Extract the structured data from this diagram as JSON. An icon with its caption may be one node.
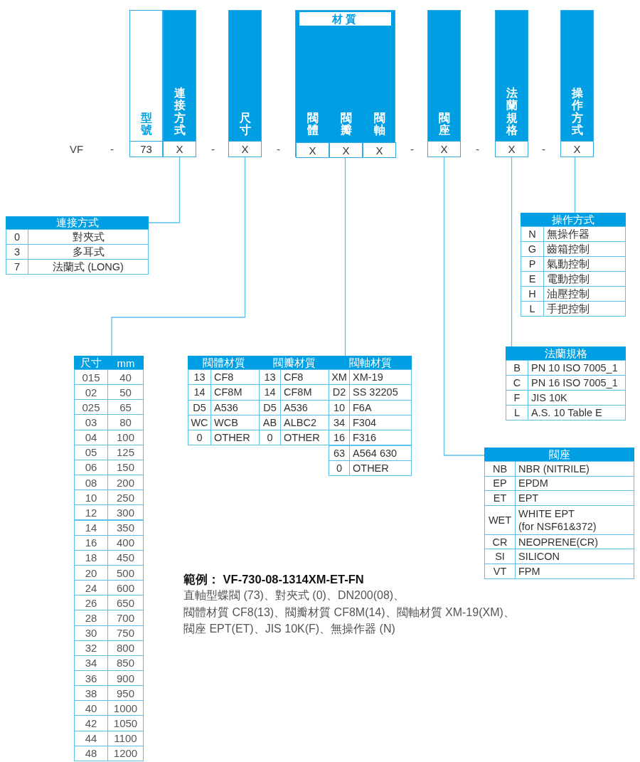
{
  "diagram": {
    "nodes": [
      {
        "text": [
          "型號",
          "73"
        ]
      },
      {
        "text": [
          "連接方式",
          "X"
        ]
      },
      {
        "text": [
          "尺寸",
          "X"
        ]
      },
      {
        "text": [
          "材質"
        ]
      },
      {
        "text": [
          "閥體",
          "X"
        ],
        "in": 3
      },
      {
        "text": [
          "閥瓣",
          "X"
        ],
        "in": 3
      },
      {
        "text": [
          "閥軸",
          "X"
        ],
        "in": 3
      },
      {
        "text": [
          "閥座",
          "X"
        ]
      },
      {
        "text": [
          "法蘭規格",
          "X"
        ]
      },
      {
        "text": [
          "操作方式",
          "X"
        ]
      },
      {
        "text": [
          "連接方式",
          "0",
          "對夾式",
          "3",
          "多耳式",
          "7",
          "法蘭式 (LONG)"
        ]
      },
      {
        "text": [
          "操作方式",
          "N",
          "無操作器",
          "G",
          "齒箱控制",
          "P",
          "氣動控制",
          "E",
          "電動控制",
          "H",
          "油壓控制",
          "L",
          "手把控制"
        ]
      },
      {
        "text": [
          "法蘭規格",
          "B",
          "PN 10 ISO 7005_1",
          "C",
          "PN 16 ISO 7005_1",
          "F",
          "JIS 10K",
          "L",
          "A.S. 10 Table E"
        ]
      },
      {
        "text": [
          "尺寸",
          "mm",
          "015",
          "40",
          "02",
          "50",
          "025",
          "65",
          "03",
          "80",
          "04",
          "100",
          "05",
          "125",
          "06",
          "150",
          "08",
          "200",
          "10",
          "250",
          "12",
          "300",
          "14",
          "350",
          "16",
          "400",
          "18",
          "450",
          "20",
          "500",
          "24",
          "600",
          "26",
          "650",
          "28",
          "700",
          "30",
          "750",
          "32",
          "800",
          "34",
          "850",
          "36",
          "900",
          "38",
          "950",
          "40",
          "1000",
          "42",
          "1050",
          "44",
          "1100",
          "48",
          "1200"
        ]
      },
      {
        "text": [
          "閥體材質",
          "閥瓣材質",
          "閥軸材質",
          "13",
          "CF8",
          "13",
          "CF8",
          "XM",
          "XM-19",
          "14",
          "CF8M",
          "14",
          "CF8M",
          "D2",
          "SS 32205",
          "D5",
          "A536",
          "D5",
          "A536",
          "10",
          "F6A",
          "WC",
          "WCB",
          "AB",
          "ALBC2",
          "34",
          "F304",
          "0",
          "OTHER",
          "0",
          "OTHER",
          "16",
          "F316",
          "63",
          "A564 630",
          "0",
          "OTHER"
        ]
      },
      {
        "text": [
          "閥座",
          "NB",
          "NBR (NITRILE)",
          "EP",
          "EPDM",
          "ET",
          "EPT",
          "WET",
          "WHITE EPT (for NSF61&372)",
          "CR",
          "NEOPRENE(CR)",
          "SI",
          "SILICON",
          "VT",
          "FPM"
        ]
      }
    ],
    "edges": [
      {
        "from": 1,
        "to": 10,
        "arrow": "none"
      },
      {
        "from": 2,
        "to": 13,
        "arrow": "none"
      },
      {
        "from": 5,
        "to": 14,
        "arrow": "none"
      },
      {
        "from": 7,
        "to": 15,
        "arrow": "none"
      },
      {
        "from": 8,
        "to": 12,
        "arrow": "none"
      },
      {
        "from": 9,
        "to": 11,
        "arrow": "none"
      }
    ],
    "labels": [
      "VF",
      "-",
      "-",
      "-",
      "-",
      "-",
      "-",
      "範例： VF-730-08-1314XM-ET-FN",
      "直軸型蝶閥 (73)、對夾式 (0)、DN200(08)、",
      "閥體材質 CF8(13)、閥瓣材質 CF8M(14)、閥軸材質 XM-19(XM)、",
      "閥座 EPT(ET)、JIS 10K(F)、無操作器 (N)"
    ]
  }
}
